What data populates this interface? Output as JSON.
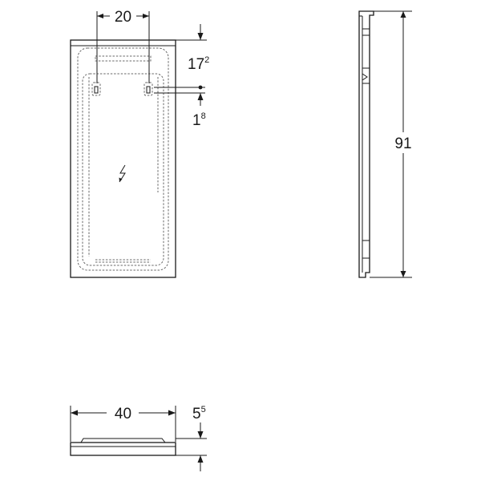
{
  "front_view": {
    "dim_top_width": "20",
    "dim_right_upper_main": "17",
    "dim_right_upper_sup": "2",
    "dim_right_lower_main": "1",
    "dim_right_lower_sup": "8",
    "electrical_symbol": "lightning-bolt"
  },
  "side_view": {
    "dim_height": "91"
  },
  "top_view": {
    "dim_width": "40",
    "dim_depth_main": "5",
    "dim_depth_sup": "5"
  }
}
